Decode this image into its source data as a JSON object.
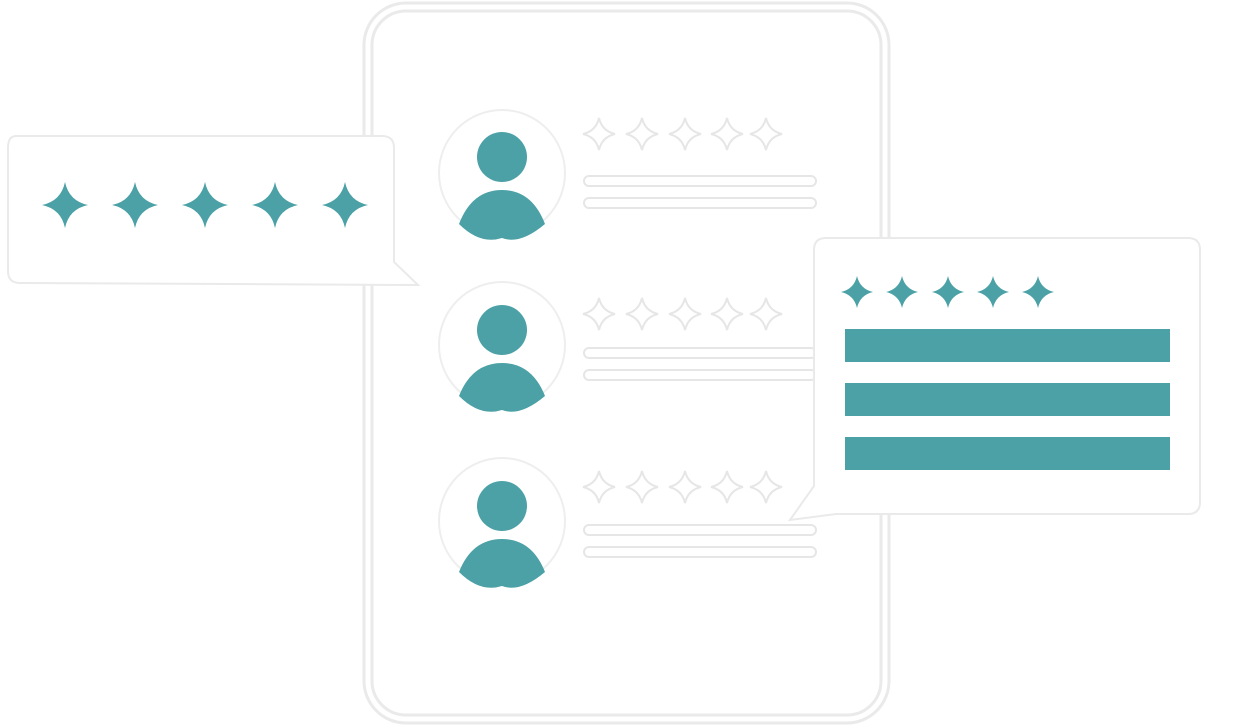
{
  "accent_color": "#4BA1A6",
  "outline_color": "#EAEAEA",
  "phone": {
    "reviews": [
      {
        "avatar": "user-icon",
        "rating": 0,
        "max_rating": 5,
        "text_lines": 2
      },
      {
        "avatar": "user-icon",
        "rating": 0,
        "max_rating": 5,
        "text_lines": 2
      },
      {
        "avatar": "user-icon",
        "rating": 0,
        "max_rating": 5,
        "text_lines": 2
      }
    ]
  },
  "rating_bubble": {
    "rating": 5,
    "max_rating": 5,
    "icon": "star-icon"
  },
  "review_bubble": {
    "rating": 5,
    "max_rating": 5,
    "icon": "star-icon",
    "text_lines": 3
  }
}
